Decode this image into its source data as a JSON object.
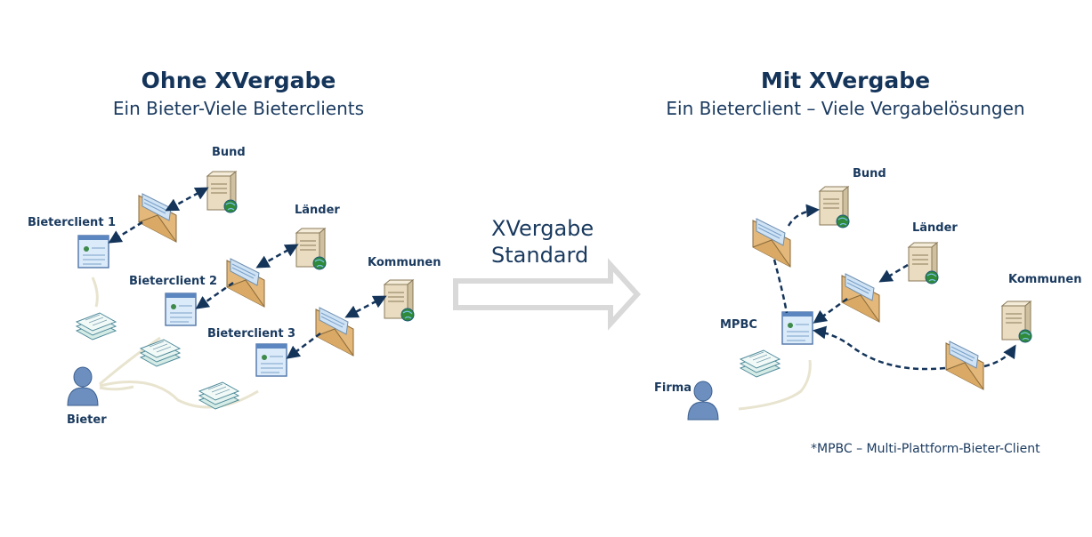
{
  "left": {
    "title": "Ohne XVergabe",
    "subtitle": "Ein Bieter-Viele Bieterclients",
    "labels": {
      "bund": "Bund",
      "laender": "Länder",
      "kommunen": "Kommunen",
      "client1": "Bieterclient  1",
      "client2": "Bieterclient 2",
      "client3": "Bieterclient 3",
      "bieter": "Bieter"
    }
  },
  "middle": {
    "line1": "XVergabe",
    "line2": "Standard"
  },
  "right": {
    "title": "Mit XVergabe",
    "subtitle": "Ein Bieterclient – Viele Vergabelösungen",
    "labels": {
      "bund": "Bund",
      "laender": "Länder",
      "kommunen": "Kommunen",
      "mpbc": "MPBC",
      "firma": "Firma"
    },
    "footnote": "*MPBC – Multi-Plattform-Bieter-Client"
  },
  "colors": {
    "navy": "#14345a",
    "envelope": "#e3b87a",
    "screen": "#8fb8e0",
    "server": "#e9dcc0",
    "globe": "#2f8a3a",
    "person": "#6d8fbf",
    "arrow": "#d9d9d9"
  }
}
